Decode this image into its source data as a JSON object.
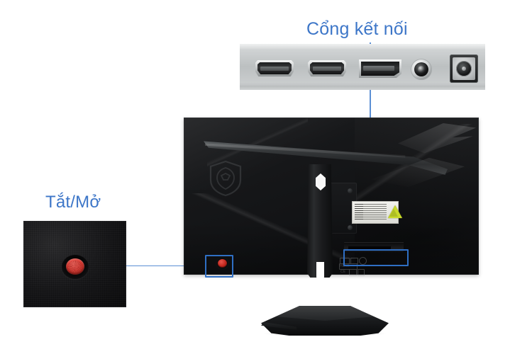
{
  "page": {
    "background_color": "#ffffff",
    "accent_color": "#3d76c8",
    "line_color": "#5b8fd4",
    "highlight_box_color": "#2f6fc4"
  },
  "callouts": {
    "ports": {
      "label": "Cổng kết nối",
      "target": "monitor-port-bay"
    },
    "power": {
      "label": "Tắt/Mở",
      "target": "monitor-power-button"
    }
  },
  "ports_panel": {
    "name": "connectivity-ports-closeup",
    "panel_color": "#c5c8c9",
    "ports": [
      {
        "id": "hdmi-1",
        "type": "HDMI",
        "icon": "hdmi-port-icon"
      },
      {
        "id": "hdmi-2",
        "type": "HDMI",
        "icon": "hdmi-port-icon"
      },
      {
        "id": "displayport-1",
        "type": "DisplayPort",
        "icon": "displayport-icon"
      },
      {
        "id": "audio-jack",
        "type": "Audio 3.5mm",
        "icon": "audio-jack-icon"
      },
      {
        "id": "dc-power",
        "type": "DC Power",
        "icon": "dc-power-jack-icon"
      }
    ]
  },
  "power_inset": {
    "name": "power-button-closeup",
    "panel_color": "#141416",
    "button_color": "#d7342c",
    "button_label": "power-button"
  },
  "monitor": {
    "name": "msi-gaming-monitor-rear",
    "brand_logo": "msi-dragon-shield-icon",
    "body_color": "#151618",
    "spec_label": {
      "name": "specification-label",
      "background": "#eeeeea",
      "warning_icon": "warning-triangle-icon",
      "warning_color": "#c8d92a"
    },
    "certification_marks": [
      "HDMI",
      "CE",
      "WEEE"
    ],
    "power_button_color": "#c4281f",
    "stand": {
      "name": "monitor-stand",
      "cable_hole": "hexagonal-cable-management-hole"
    }
  }
}
